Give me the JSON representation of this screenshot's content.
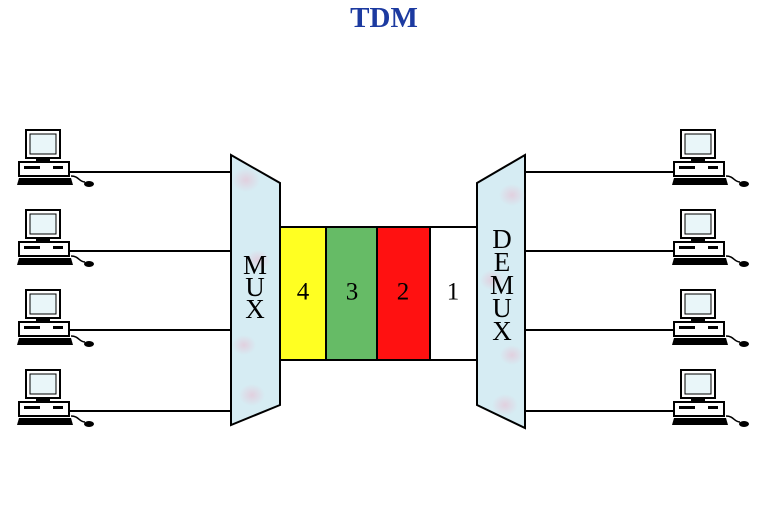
{
  "title": "TDM",
  "mux": {
    "label": [
      "M",
      "U",
      "X"
    ]
  },
  "demux": {
    "label": [
      "D",
      "E",
      "M",
      "U",
      "X"
    ]
  },
  "slots": [
    {
      "label": "4",
      "color": "#ffff22"
    },
    {
      "label": "3",
      "color": "#66bb66"
    },
    {
      "label": "2",
      "color": "#ff1111"
    },
    {
      "label": "1",
      "color": "#ffffff"
    }
  ],
  "senders": [
    "computer-icon",
    "computer-icon",
    "computer-icon",
    "computer-icon"
  ],
  "receivers": [
    "computer-icon",
    "computer-icon",
    "computer-icon",
    "computer-icon"
  ],
  "colors": {
    "title": "#1c3aa0",
    "trapezoid": "#d6ecf3"
  }
}
